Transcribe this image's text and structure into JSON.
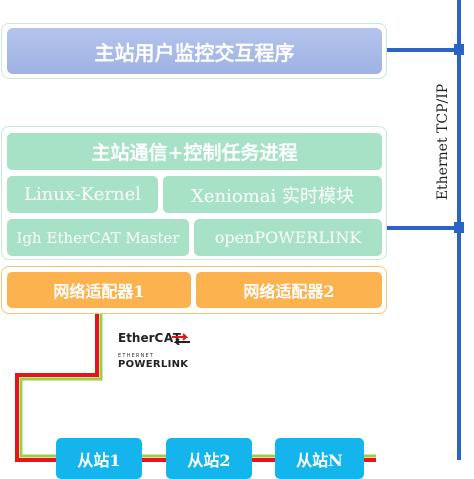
{
  "top": {
    "label": "主站用户监控交互程序"
  },
  "comm": {
    "label": "主站通信+控制任务进程"
  },
  "kernel": {
    "linux": "Linux-Kernel",
    "xenomai": "Xeniomai 实时模块"
  },
  "stacks": {
    "igh": "Igh EtherCAT Master",
    "powerlink": "openPOWERLINK"
  },
  "adapters": {
    "a1": "网络适配器1",
    "a2": "网络适配器2"
  },
  "slaves": [
    "从站1",
    "从站2",
    "从站N"
  ],
  "bus_label": "Ethernet TCP/IP",
  "logos": {
    "ethercat": {
      "prefix": "Ether",
      "suffix": "CAT"
    },
    "powerlink_small": "ETHERNET",
    "powerlink": "POWERLINK"
  },
  "colors": {
    "bus": "#2b63c9",
    "cable_red": "#e8141c",
    "cable_green": "#9ccf43"
  }
}
